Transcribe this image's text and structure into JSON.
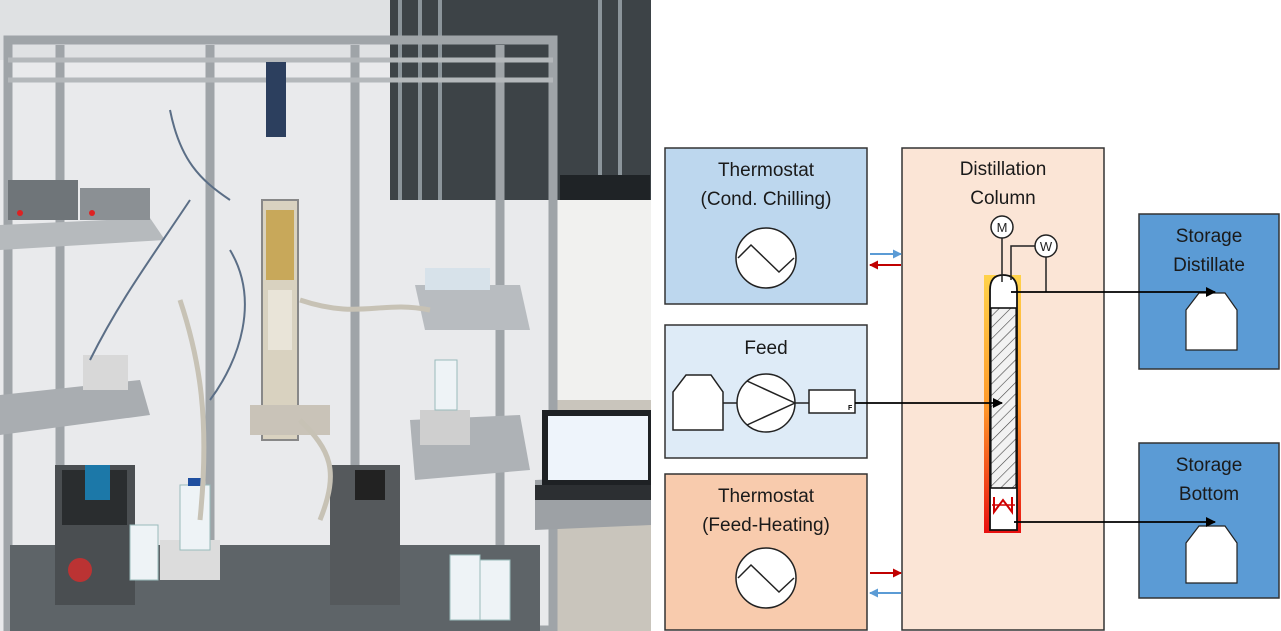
{
  "photo": {
    "description_icon": "lab-distillation-setup-photo"
  },
  "diagram": {
    "thermostat_chilling": {
      "line1": "Thermostat",
      "line2": "(Cond. Chilling)"
    },
    "feed": {
      "title": "Feed",
      "flow_marker": "F"
    },
    "thermostat_heating": {
      "line1": "Thermostat",
      "line2": "(Feed-Heating)"
    },
    "column": {
      "line1": "Distillation",
      "line2": "Column",
      "motor_symbol": "M",
      "condenser_symbol": "W"
    },
    "storage_distillate": {
      "line1": "Storage",
      "line2": "Distillate"
    },
    "storage_bottom": {
      "line1": "Storage",
      "line2": "Bottom"
    },
    "colors": {
      "chilling_fill": "#bdd7ee",
      "feed_fill": "#deebf7",
      "heating_fill": "#f8cbad",
      "column_fill": "#fbe5d6",
      "storage_fill": "#5b9bd5",
      "arrow_red": "#c00000",
      "arrow_blue": "#5b9bd5"
    }
  }
}
